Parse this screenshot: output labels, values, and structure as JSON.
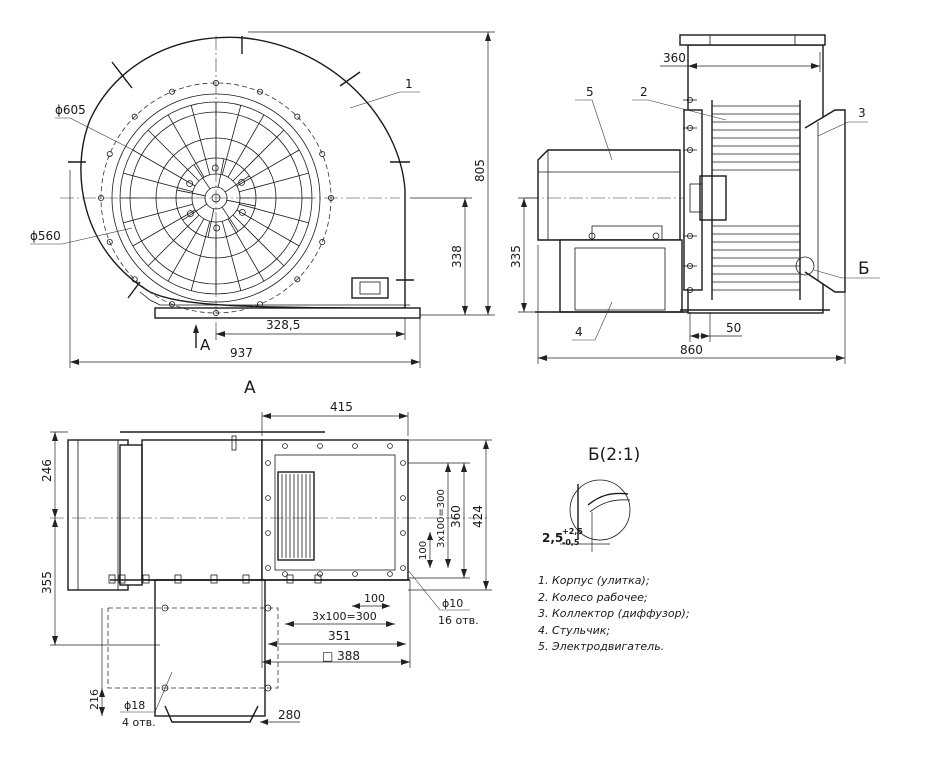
{
  "views": {
    "front": {
      "callouts": {
        "part1": "1"
      },
      "dims": {
        "d605": "ϕ605",
        "d560": "ϕ560",
        "h805": "805",
        "h338": "338",
        "w328": "328,5",
        "w937": "937",
        "arrow_a": "A"
      }
    },
    "side": {
      "callouts": {
        "part2": "2",
        "part3": "3",
        "part4": "4",
        "part5": "5"
      },
      "dims": {
        "w360": "360",
        "h335": "335",
        "w50": "50",
        "w860": "860",
        "detail_b": "Б"
      }
    },
    "view_a": {
      "title": "A",
      "dims": {
        "w415": "415",
        "h246": "246",
        "h355": "355",
        "h424": "424",
        "h360": "360",
        "pitch_v": "3x100=300",
        "h100": "100",
        "w100": "100",
        "pitch_h": "3x100=300",
        "w351": "351",
        "sq388": "□ 388",
        "hole10": "ϕ10",
        "holes16": "16 отв.",
        "h216": "216",
        "hole18": "ϕ18",
        "holes4": "4 отв.",
        "w280": "280"
      }
    },
    "detail": {
      "title": "Б(2:1)",
      "gap": "2,5",
      "tol_upper": "+2,5",
      "tol_lower": "-0,5"
    }
  },
  "legend": [
    "1. Корпус (улитка);",
    "2. Колесо рабочее;",
    "3. Коллектор (диффузор);",
    "4. Стульчик;",
    "5. Электродвигатель."
  ]
}
